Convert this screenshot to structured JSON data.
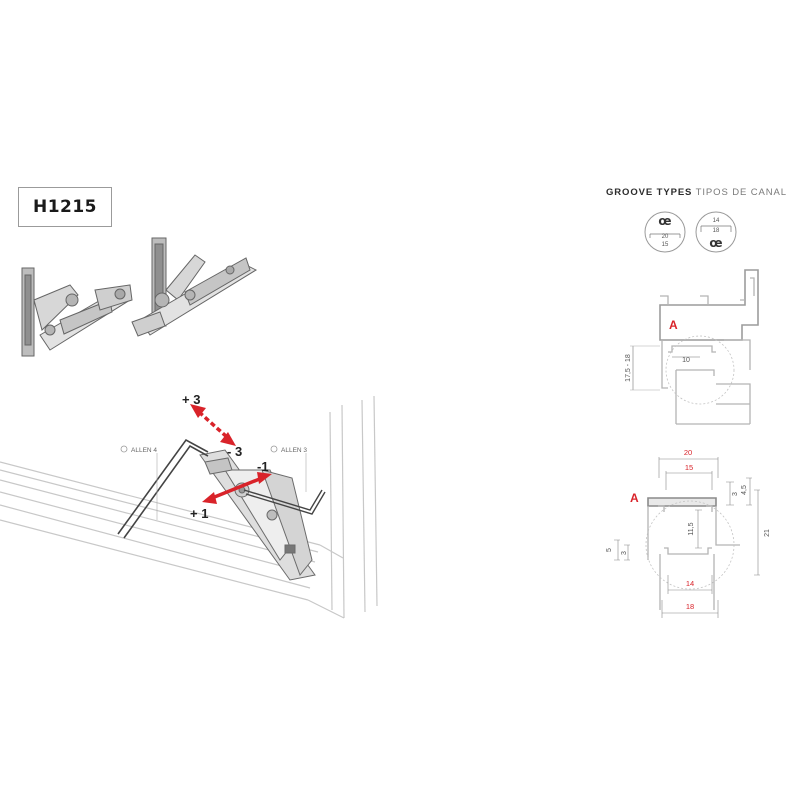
{
  "product_code": "H1215",
  "groove_types": {
    "title_bold": "GROOVE TYPES",
    "title_light": "TIPOS DE CANAL"
  },
  "groove_icons": [
    {
      "logo": "œ",
      "values": [
        "20",
        "15"
      ]
    },
    {
      "logo": "œ",
      "values": [
        "14",
        "18"
      ]
    }
  ],
  "adjust_labels": {
    "plus3": "+ 3",
    "minus3": "- 3",
    "minus1": "-1",
    "plus1": "+ 1"
  },
  "allen_labels": {
    "allen4": "ALLEN 4",
    "allen3": "ALLEN 3"
  },
  "profile_top": {
    "marker": "A",
    "height_dim": "17,5 - 18",
    "width_dim": "10"
  },
  "profile_bottom": {
    "marker": "A",
    "dims": {
      "w20": "20",
      "w15": "15",
      "w14": "14",
      "w18": "18",
      "h3a": "3",
      "h4_5": "4,5",
      "h11_5": "11,5",
      "h21": "21",
      "h5": "5",
      "h3b": "3"
    }
  },
  "colors": {
    "accent_red": "#d9232a",
    "line_gray": "#9a9a9a",
    "dim_red": "#d9232a"
  }
}
